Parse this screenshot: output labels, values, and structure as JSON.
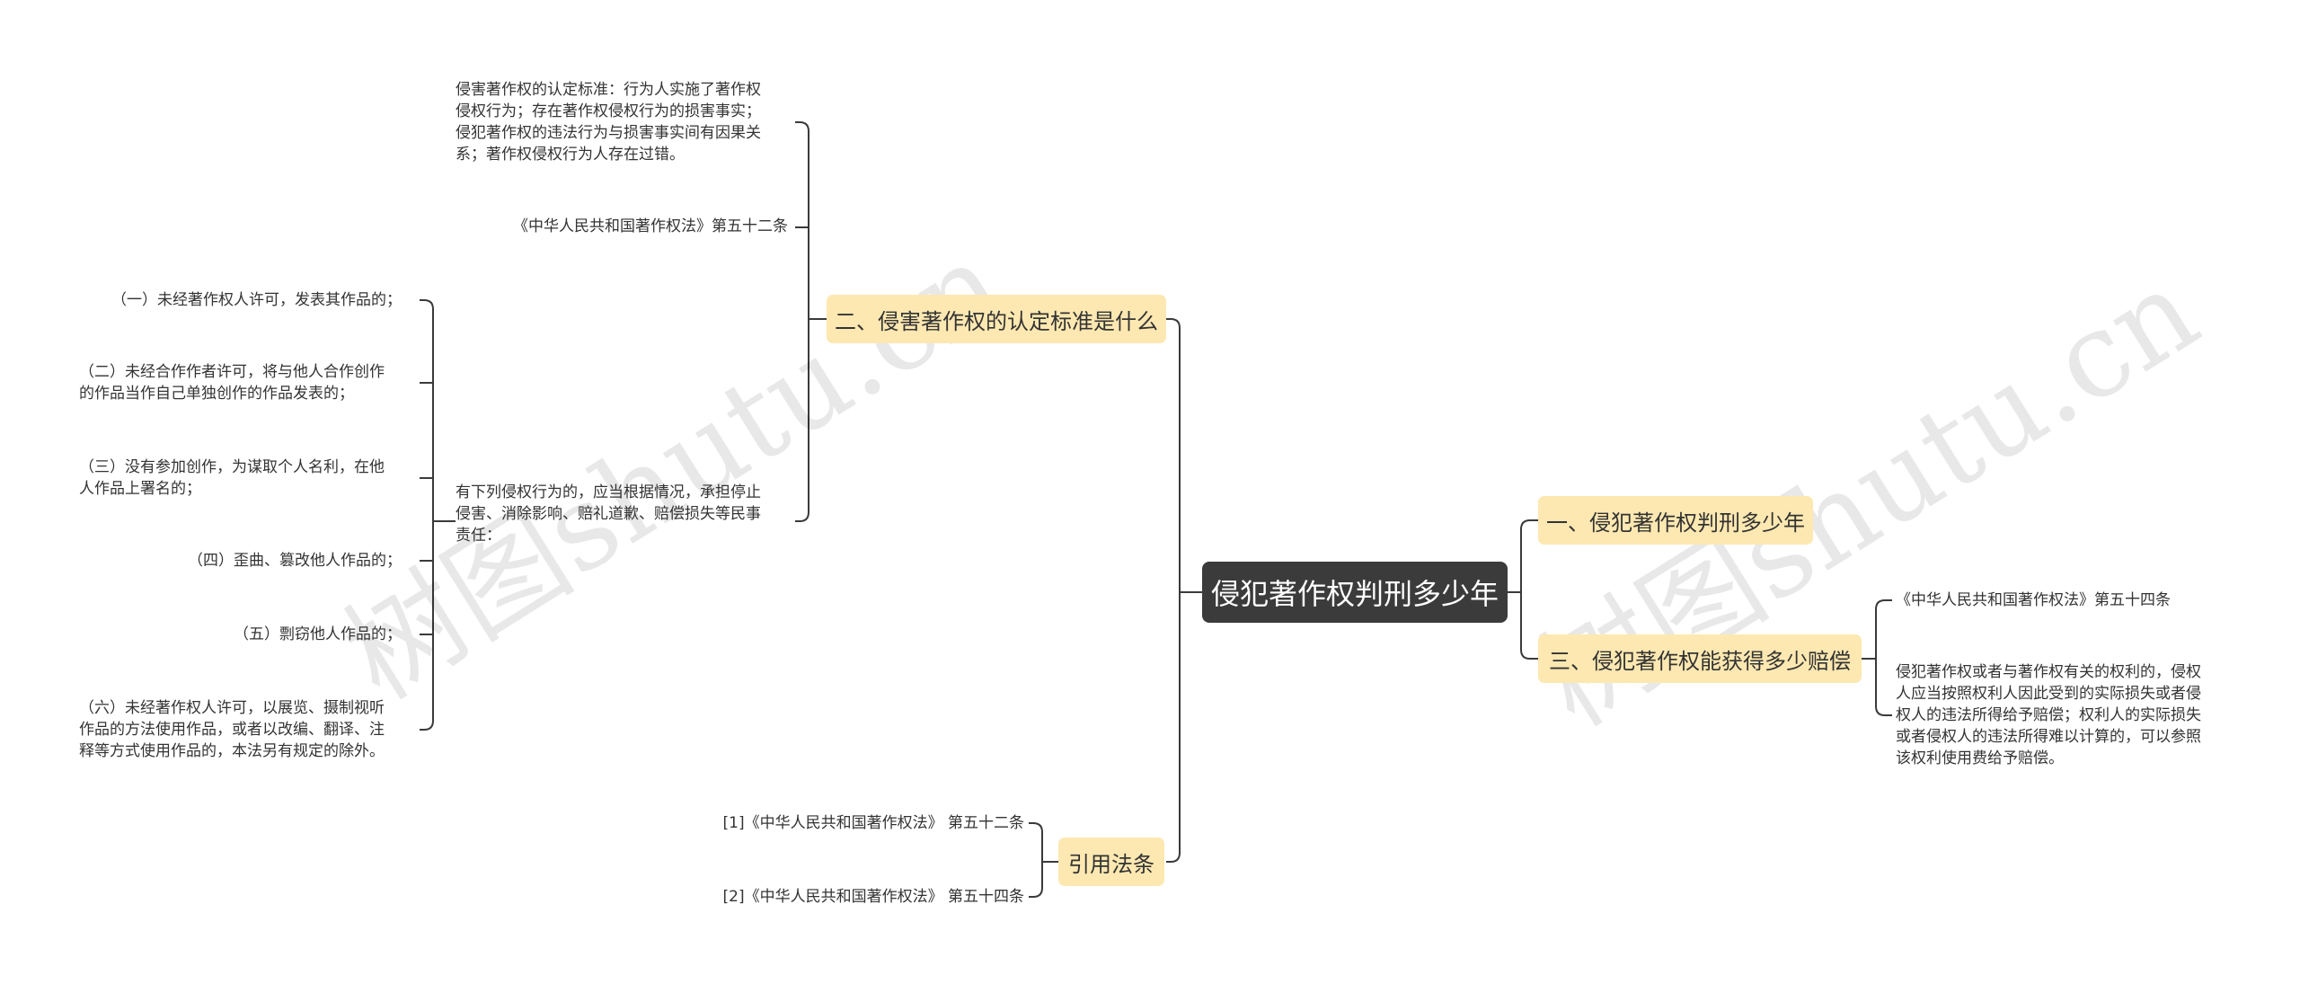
{
  "root": {
    "label": "侵犯著作权判刑多少年"
  },
  "branches": {
    "b1": {
      "label": "一、侵犯著作权判刑多少年"
    },
    "b2": {
      "label": "二、侵害著作权的认定标准是什么"
    },
    "b3": {
      "label": "三、侵犯著作权能获得多少赔偿"
    },
    "b4": {
      "label": "引用法条"
    }
  },
  "b2_leaves": {
    "standard": "侵害著作权的认定标准：行为人实施了著作权\n侵权行为；存在著作权侵权行为的损害事实；\n侵犯著作权的违法行为与损害事实间有因果关\n系；著作权侵权行为人存在过错。",
    "law52": "《中华人民共和国著作权法》第五十二条",
    "liability": "有下列侵权行为的，应当根据情况，承担停止\n侵害、消除影响、赔礼道歉、赔偿损失等民事\n责任："
  },
  "liability_items": [
    "（一）未经著作权人许可，发表其作品的；",
    "（二）未经合作作者许可，将与他人合作创作\n的作品当作自己单独创作的作品发表的；",
    "（三）没有参加创作，为谋取个人名利，在他\n人作品上署名的；",
    "（四）歪曲、篡改他人作品的；",
    "（五）剽窃他人作品的；",
    "（六）未经著作权人许可，以展览、摄制视听\n作品的方法使用作品，或者以改编、翻译、注\n释等方式使用作品的，本法另有规定的除外。"
  ],
  "b3_leaves": {
    "law54": "《中华人民共和国著作权法》第五十四条",
    "compensation": "侵犯著作权或者与著作权有关的权利的，侵权\n人应当按照权利人因此受到的实际损失或者侵\n权人的违法所得给予赔偿；权利人的实际损失\n或者侵权人的违法所得难以计算的，可以参照\n该权利使用费给予赔偿。"
  },
  "citations": [
    "[1]《中华人民共和国著作权法》 第五十二条",
    "[2]《中华人民共和国著作权法》 第五十四条"
  ],
  "watermark": "树图shutu.cn",
  "colors": {
    "line": "#3a3a3a",
    "root_bg": "#3b3b3b",
    "branch_bg": "#fde8b1",
    "text": "#333333"
  }
}
